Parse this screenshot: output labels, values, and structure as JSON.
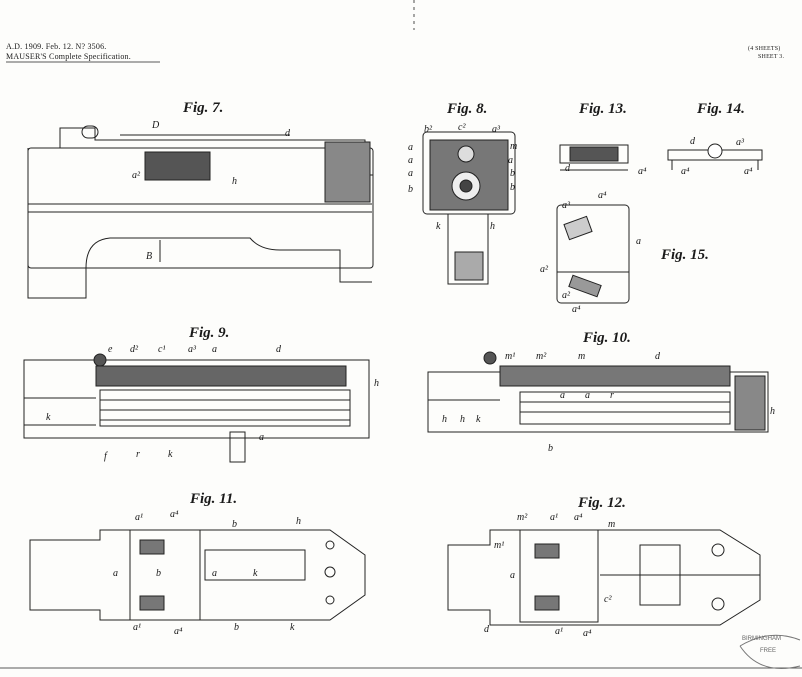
{
  "header": {
    "date_line": "A.D. 1909. Feb. 12. N? 3506.",
    "title_line": "MAUSER'S Complete Specification.",
    "sheets_note": "(4 SHEETS)",
    "sheet_no": "SHEET 3."
  },
  "figures": [
    {
      "key": "fig7",
      "title": "Fig. 7.",
      "labels": [
        "D",
        "d",
        "a²",
        "h",
        "B"
      ]
    },
    {
      "key": "fig8",
      "title": "Fig. 8.",
      "labels": [
        "b²",
        "c²",
        "a³",
        "a",
        "a",
        "a",
        "a",
        "m",
        "b",
        "b",
        "b",
        "k",
        "h"
      ]
    },
    {
      "key": "fig13",
      "title": "Fig. 13.",
      "labels": [
        "d",
        "a⁴"
      ]
    },
    {
      "key": "fig14",
      "title": "Fig. 14.",
      "labels": [
        "d",
        "a³",
        "a⁴",
        "a⁴"
      ]
    },
    {
      "key": "fig15",
      "title": "Fig. 15.",
      "labels": [
        "a⁴",
        "a³",
        "a",
        "a²",
        "a²",
        "a⁴"
      ]
    },
    {
      "key": "fig9",
      "title": "Fig. 9.",
      "labels": [
        "e",
        "d²",
        "c¹",
        "a³",
        "a",
        "d",
        "h",
        "k",
        "f",
        "r",
        "k",
        "a"
      ]
    },
    {
      "key": "fig10",
      "title": "Fig. 10.",
      "labels": [
        "m¹",
        "m²",
        "m",
        "d",
        "a",
        "a",
        "r",
        "h",
        "h",
        "k",
        "b",
        "h"
      ]
    },
    {
      "key": "fig11",
      "title": "Fig. 11.",
      "labels": [
        "a¹",
        "a⁴",
        "b",
        "h",
        "a",
        "b",
        "a",
        "k",
        "a¹",
        "a⁴",
        "b",
        "k"
      ]
    },
    {
      "key": "fig12",
      "title": "Fig. 12.",
      "labels": [
        "m²",
        "a¹",
        "a⁴",
        "m",
        "m¹",
        "a",
        "c²",
        "d",
        "a¹",
        "a⁴"
      ]
    }
  ],
  "stamp": {
    "text": "BIRMINGHAM",
    "sub": "FREE"
  }
}
